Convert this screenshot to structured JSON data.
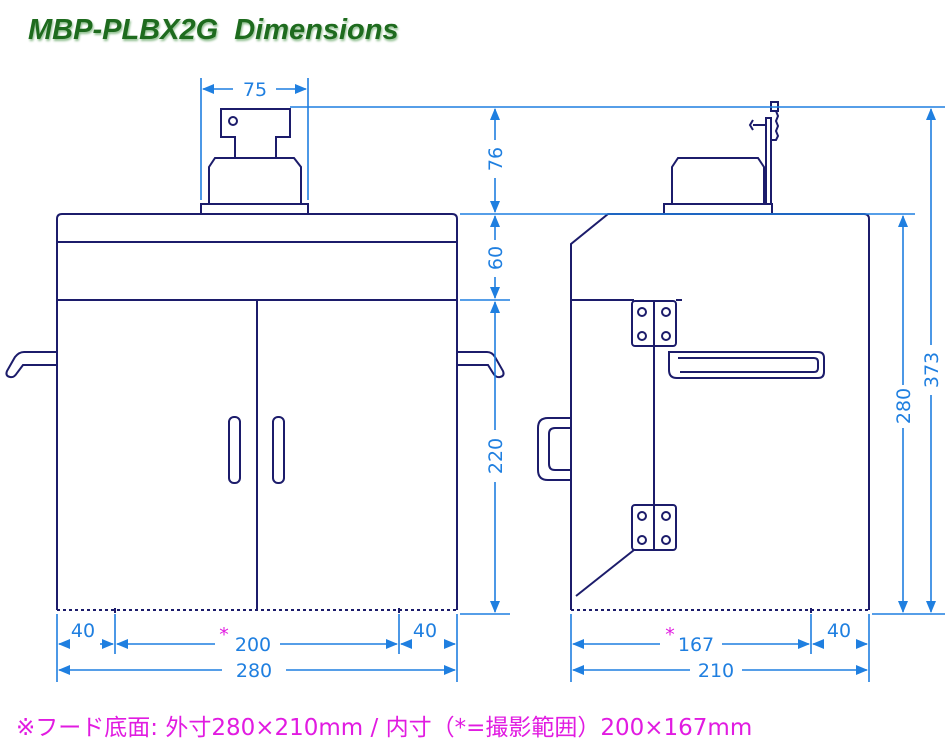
{
  "title": "MBP-PLBX2G  Dimensions",
  "dimensions": {
    "top_width": "75",
    "top_height": "76",
    "upper_panel": "60",
    "door_height": "220",
    "front_left_foot": "40",
    "front_inner": "200",
    "front_right_foot": "40",
    "front_total": "280",
    "side_inner": "167",
    "side_right_foot": "40",
    "side_total": "210",
    "side_body_height": "280",
    "total_height": "373"
  },
  "marks": {
    "inner_marker": "*"
  },
  "footnote": "※フード底面: 外寸280×210mm / 内寸（*=撮影範囲）200×167mm",
  "colors": {
    "title": "#1e6b1e",
    "outline": "#1c1c6b",
    "dimension": "#1f7fe0",
    "footnote": "#e11be1"
  }
}
